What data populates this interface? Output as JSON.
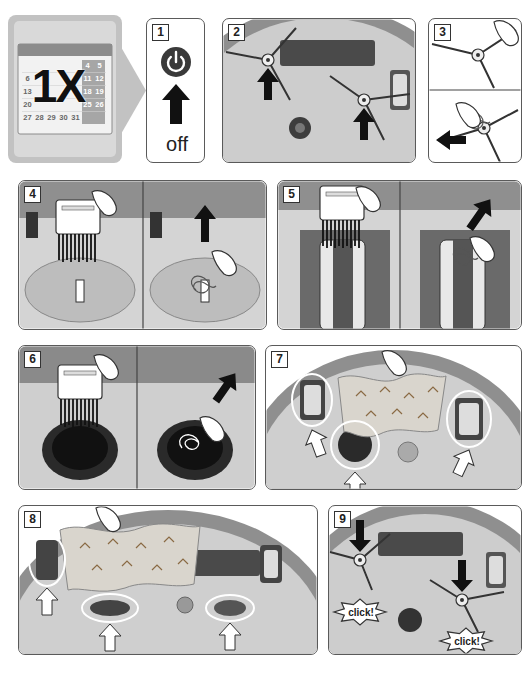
{
  "diagram": {
    "nodes": [
      {
        "text": [
          "1X"
        ]
      },
      {
        "text": [
          "1",
          "off"
        ]
      },
      {
        "text": [
          "2"
        ]
      },
      {
        "text": [
          "3"
        ]
      },
      {
        "text": [
          "4"
        ]
      },
      {
        "text": [
          "5"
        ]
      },
      {
        "text": [
          "6"
        ]
      },
      {
        "text": [
          "7"
        ]
      },
      {
        "text": [
          "8"
        ]
      },
      {
        "text": [
          "9",
          "click!",
          "click!"
        ]
      }
    ],
    "edges": [
      {
        "from": 0,
        "to": 1,
        "arrow": "to"
      }
    ],
    "labels": [
      "4",
      "5",
      "6",
      "11",
      "12",
      "13",
      "18",
      "19",
      "20",
      "25",
      "26",
      "27",
      "28",
      "29",
      "30",
      "31"
    ]
  }
}
